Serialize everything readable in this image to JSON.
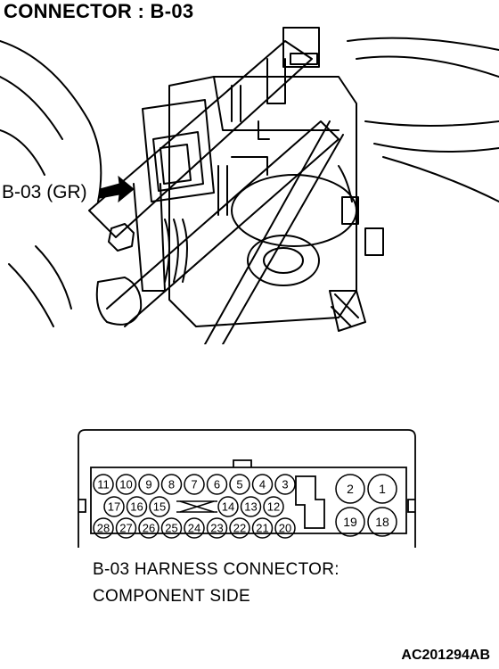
{
  "title": "CONNECTOR : B-03",
  "callout_label": "B-03 (GR)",
  "connector": {
    "top_row": [
      "11",
      "10",
      "9",
      "8",
      "7",
      "6",
      "5",
      "4",
      "3"
    ],
    "middle_row": [
      "17",
      "16",
      "15",
      "14",
      "13",
      "12"
    ],
    "bottom_row": [
      "28",
      "27",
      "26",
      "25",
      "24",
      "23",
      "22",
      "21",
      "20"
    ],
    "large_top": [
      "2",
      "1"
    ],
    "large_bottom": [
      "19",
      "18"
    ]
  },
  "caption": {
    "line1": "B-03 HARNESS CONNECTOR:",
    "line2": "COMPONENT SIDE"
  },
  "figure_id": "AC201294AB"
}
